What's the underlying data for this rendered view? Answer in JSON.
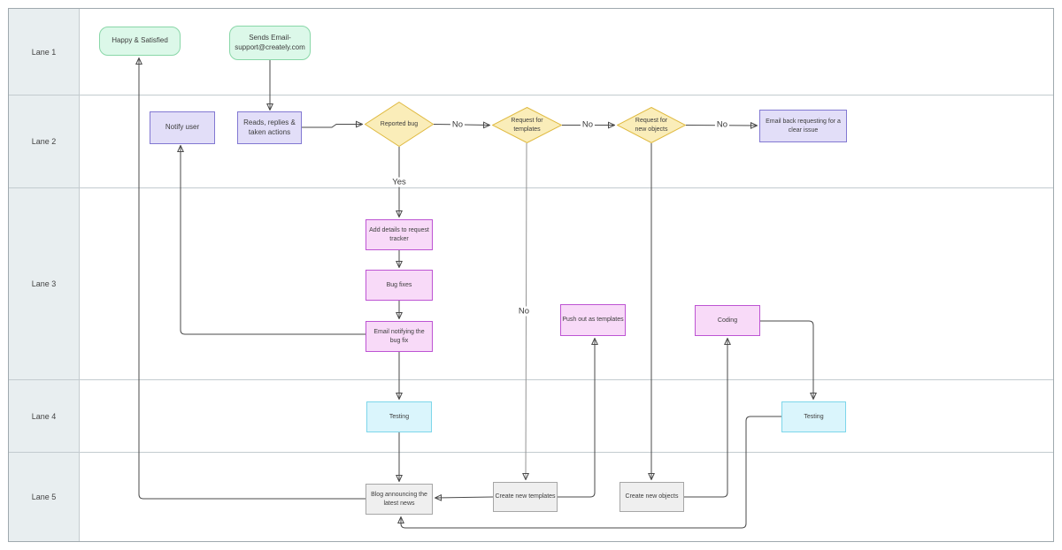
{
  "lanes": [
    {
      "label": "Lane 1"
    },
    {
      "label": "Lane 2"
    },
    {
      "label": "Lane 3"
    },
    {
      "label": "Lane 4"
    },
    {
      "label": "Lane 5"
    }
  ],
  "nodes": {
    "happy": {
      "label": "Happy & Satisfied",
      "shape": "rounded",
      "color": "#dcf8e9"
    },
    "sends_email": {
      "label": "Sends Email- support@creately.com",
      "shape": "rounded",
      "color": "#dcf8e9"
    },
    "notify_user": {
      "label": "Notify user",
      "shape": "rect",
      "color": "#e2def8"
    },
    "reads_replies": {
      "label": "Reads, replies & taken actions",
      "shape": "rect",
      "color": "#e2def8"
    },
    "reported_bug": {
      "label": "Reported bug",
      "shape": "diamond",
      "color": "#faedb9"
    },
    "request_templates": {
      "label": "Request for templates",
      "shape": "diamond",
      "color": "#faedb9"
    },
    "request_objects": {
      "label": "Request for new objects",
      "shape": "diamond",
      "color": "#faedb9"
    },
    "email_back": {
      "label": "Email back requesting for a clear issue",
      "shape": "rect",
      "color": "#e2def8"
    },
    "add_details": {
      "label": "Add details to request tracker",
      "shape": "rect",
      "color": "#f8daf8"
    },
    "bug_fixes": {
      "label": "Bug fixes",
      "shape": "rect",
      "color": "#f8daf8"
    },
    "email_notify": {
      "label": "Email notifying the bug fix",
      "shape": "rect",
      "color": "#f8daf8"
    },
    "push_out": {
      "label": "Push out as templates",
      "shape": "rect",
      "color": "#f8daf8"
    },
    "coding": {
      "label": "Coding",
      "shape": "rect",
      "color": "#f8daf8"
    },
    "testing_left": {
      "label": "Testing",
      "shape": "rect",
      "color": "#daf5fc"
    },
    "testing_right": {
      "label": "Testing",
      "shape": "rect",
      "color": "#daf5fc"
    },
    "blog": {
      "label": "Blog announcing the latest news",
      "shape": "rect",
      "color": "#efefef"
    },
    "create_templates": {
      "label": "Create new templates",
      "shape": "rect",
      "color": "#efefef"
    },
    "create_objects": {
      "label": "Create new objects",
      "shape": "rect",
      "color": "#efefef"
    }
  },
  "edge_labels": {
    "no_bug": "No",
    "no_templates": "No",
    "no_objects": "No",
    "yes_bug": "Yes",
    "no_templates_down": "No"
  },
  "palette": {
    "green_fill": "#dcf8e9",
    "green_border": "#89d7a8",
    "purple_fill": "#e2def8",
    "purple_border": "#8278d2",
    "yellow_fill": "#faedb9",
    "yellow_border": "#dfb93f",
    "pink_fill": "#f8daf8",
    "pink_border": "#bd54d3",
    "cyan_fill": "#daf5fc",
    "cyan_border": "#7dd6ea",
    "gray_fill": "#efefef",
    "gray_border": "#a6a6a6",
    "lane_header": "#e8eef0",
    "lane_border": "#c3cbcf",
    "connector": "#4a4a4a"
  }
}
